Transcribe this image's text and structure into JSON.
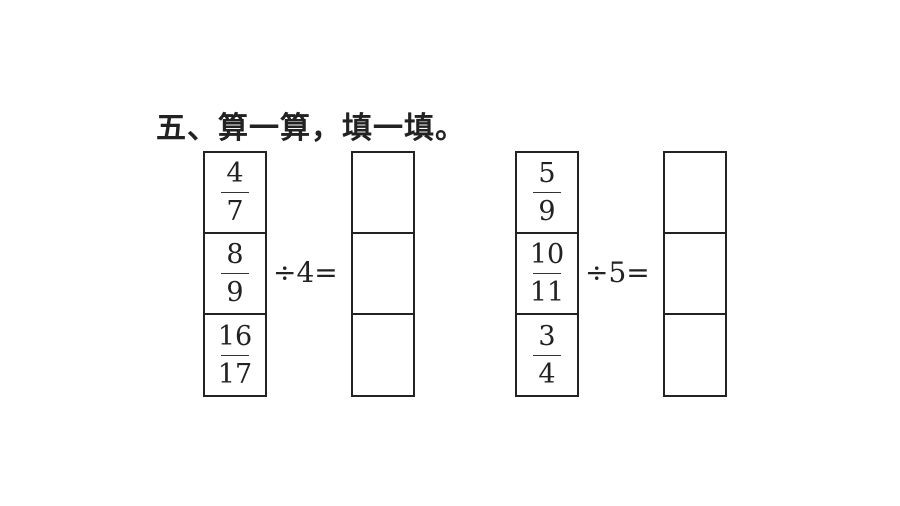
{
  "title": "五、算一算，填一填。",
  "problems": [
    {
      "fractions": [
        {
          "num": "4",
          "den": "7"
        },
        {
          "num": "8",
          "den": "9"
        },
        {
          "num": "16",
          "den": "17"
        }
      ],
      "operator": "÷",
      "divisor": "4",
      "equals": "="
    },
    {
      "fractions": [
        {
          "num": "5",
          "den": "9"
        },
        {
          "num": "10",
          "den": "11"
        },
        {
          "num": "3",
          "den": "4"
        }
      ],
      "operator": "÷",
      "divisor": "5",
      "equals": "="
    }
  ]
}
